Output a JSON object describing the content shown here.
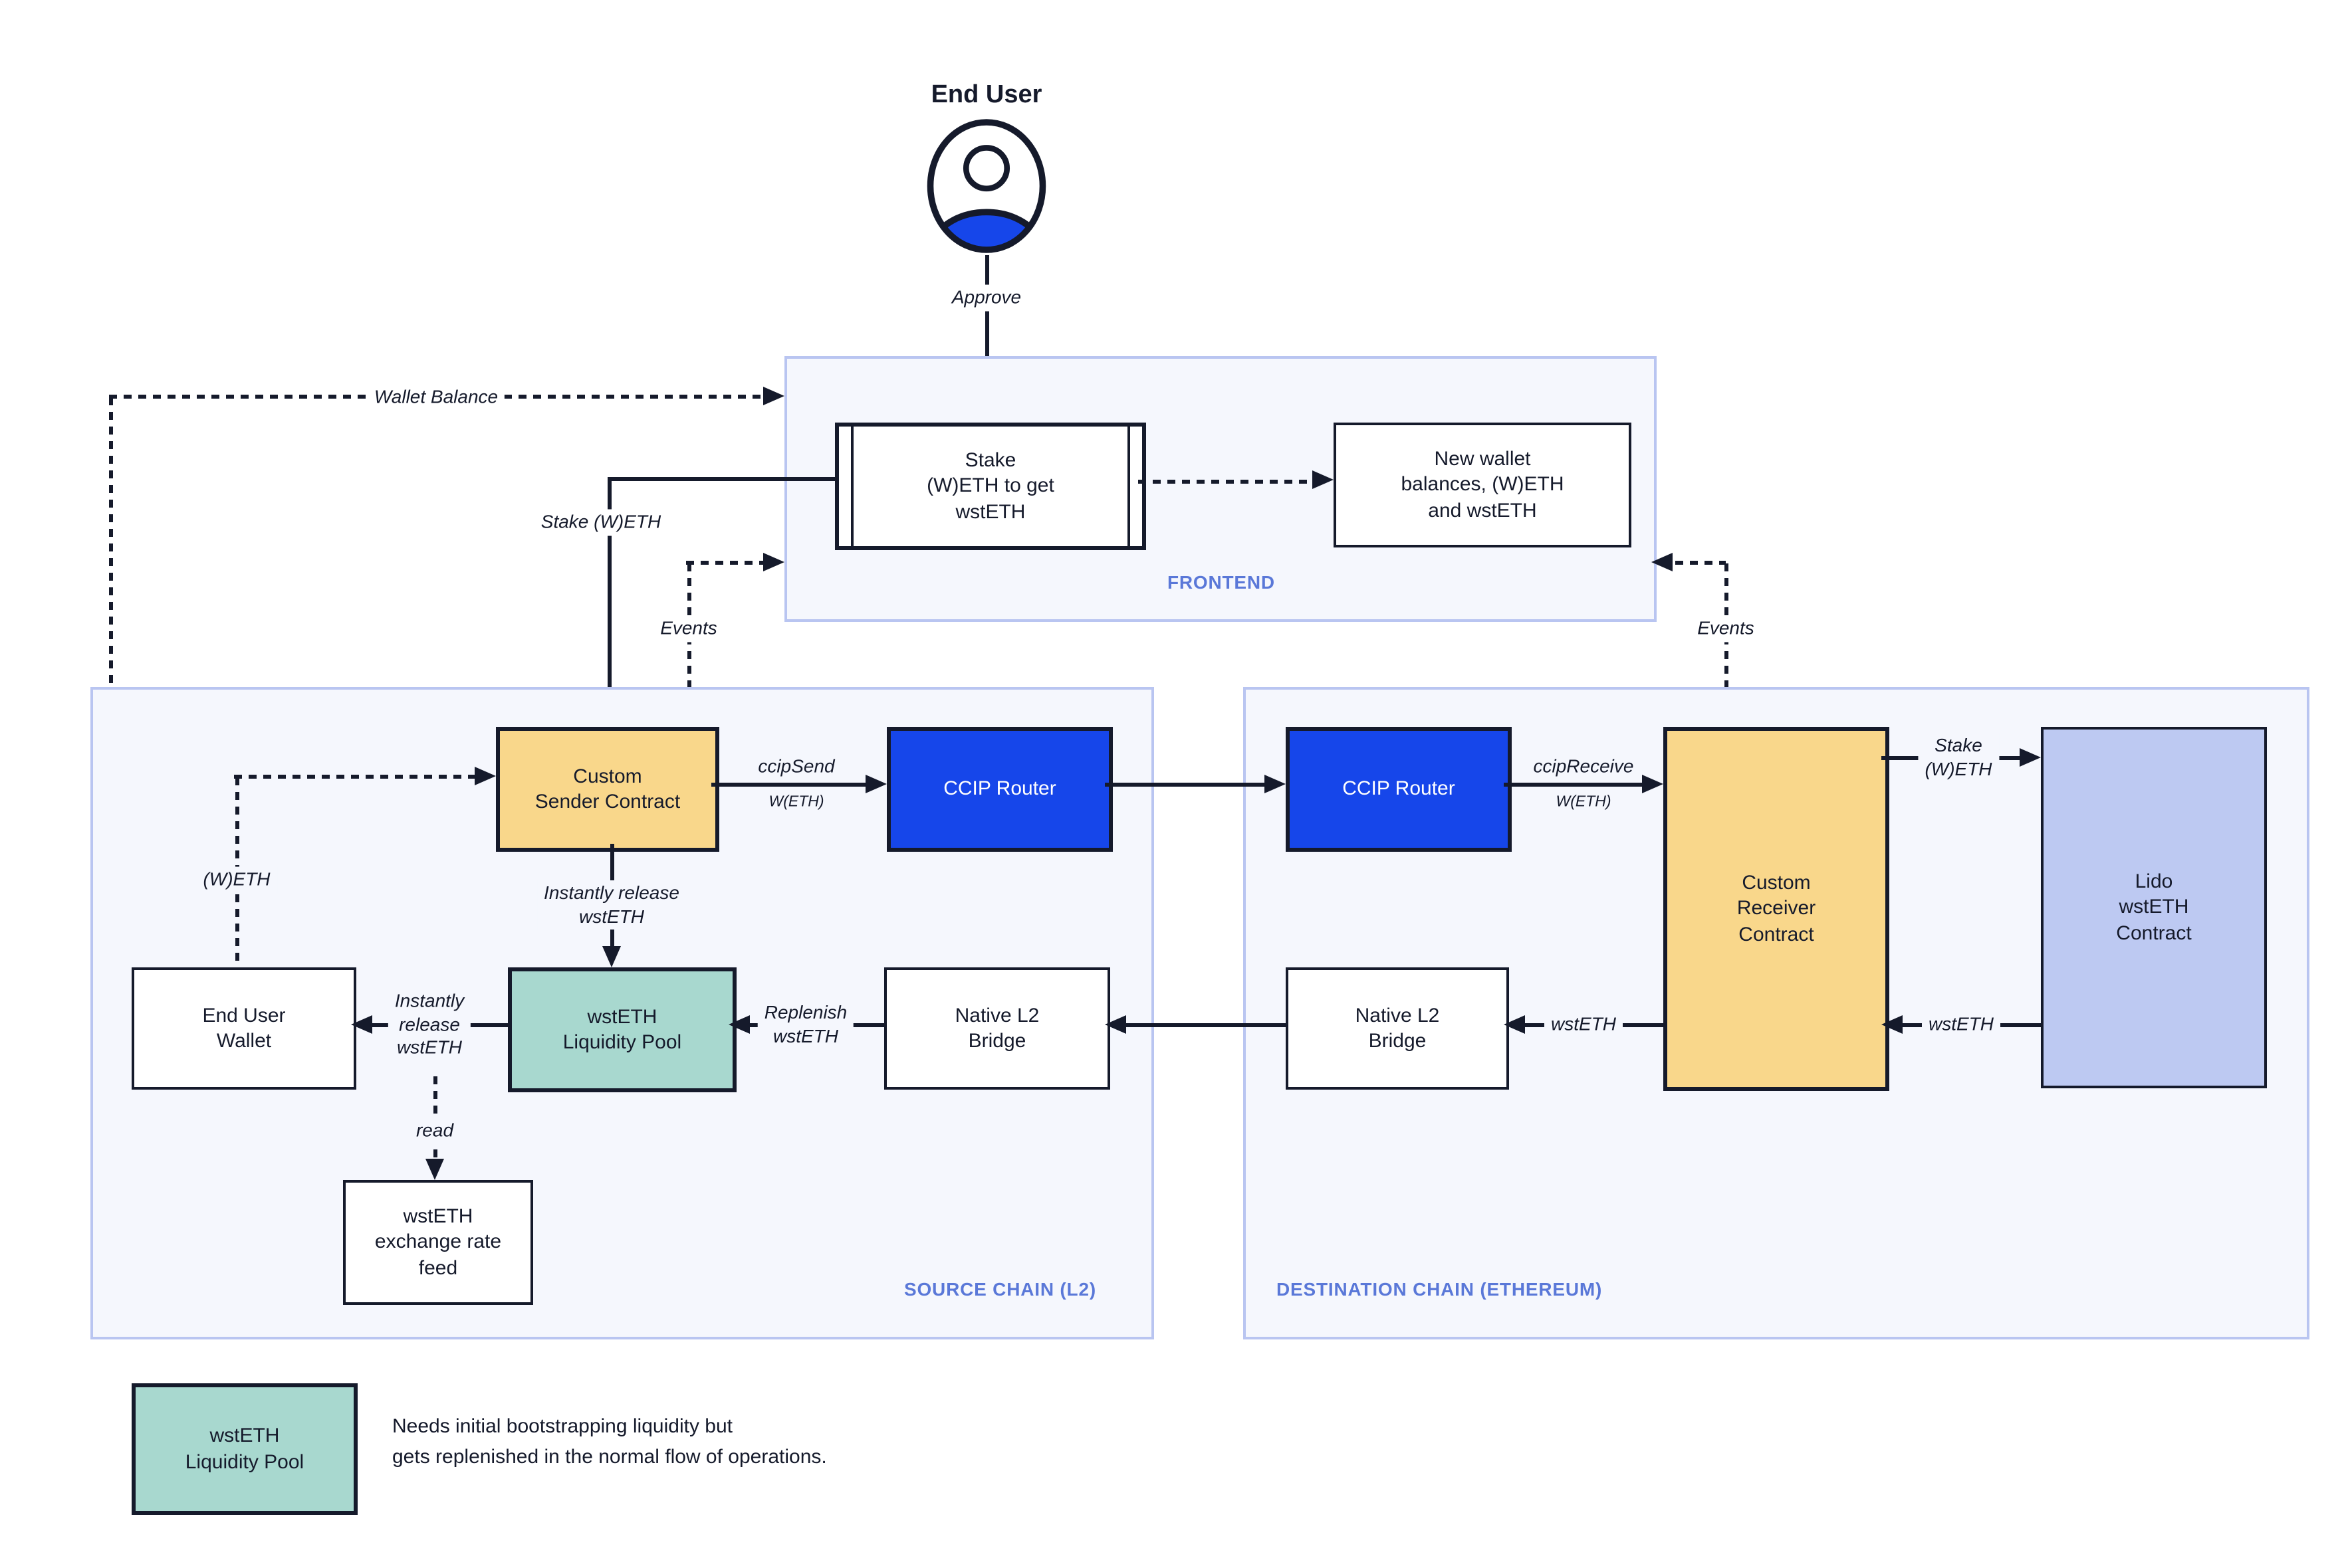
{
  "end_user": {
    "title": "End User",
    "approve": "Approve"
  },
  "frontend": {
    "label": "FRONTEND",
    "stake_box": "Stake\n(W)ETH to get\nwstETH",
    "new_wallet_box": "New wallet\nbalances, (W)ETH\nand wstETH"
  },
  "source_chain": {
    "label": "SOURCE CHAIN (L2)",
    "custom_sender": "Custom\nSender Contract",
    "ccip_router": "CCIP Router",
    "end_user_wallet": "End User\nWallet",
    "liquidity_pool": "wstETH\nLiquidity Pool",
    "native_bridge": "Native L2\nBridge",
    "rate_feed": "wstETH\nexchange rate\nfeed"
  },
  "destination_chain": {
    "label": "DESTINATION CHAIN (ETHEREUM)",
    "ccip_router": "CCIP Router",
    "custom_receiver": "Custom\nReceiver\nContract",
    "lido": "Lido\nwstETH\nContract",
    "native_bridge": "Native L2\nBridge"
  },
  "connectors": {
    "wallet_balance": "Wallet Balance",
    "stake_weth": "Stake (W)ETH",
    "events_left": "Events",
    "events_right": "Events",
    "ccip_send": {
      "label": "ccipSend",
      "sublabel": "W(ETH)"
    },
    "ccip_receive": {
      "label": "ccipReceive",
      "sublabel": "W(ETH)"
    },
    "stake_weth_dest": "Stake\n(W)ETH",
    "weth": "(W)ETH",
    "instantly_release_v": "Instantly release\nwstETH",
    "instantly_release_h": "Instantly\nrelease\nwstETH",
    "replenish": "Replenish\nwstETH",
    "wsteth_receiver_to_bridge": "wstETH",
    "wsteth_lido_to_receiver": "wstETH",
    "read": "read"
  },
  "legend": {
    "box": "wstETH\nLiquidity Pool",
    "note": "Needs initial bootstrapping liquidity but\ngets replenished in the normal flow of operations."
  },
  "colors": {
    "ink": "#151a2b",
    "accent_blue": "#1646ea",
    "yellow": "#f9d78b",
    "teal": "#a8d8cf",
    "lavender": "#bdc9f2",
    "panel_fill": "#f5f7fd",
    "panel_border": "#b9c5f1",
    "panel_label": "#5a78d8"
  }
}
